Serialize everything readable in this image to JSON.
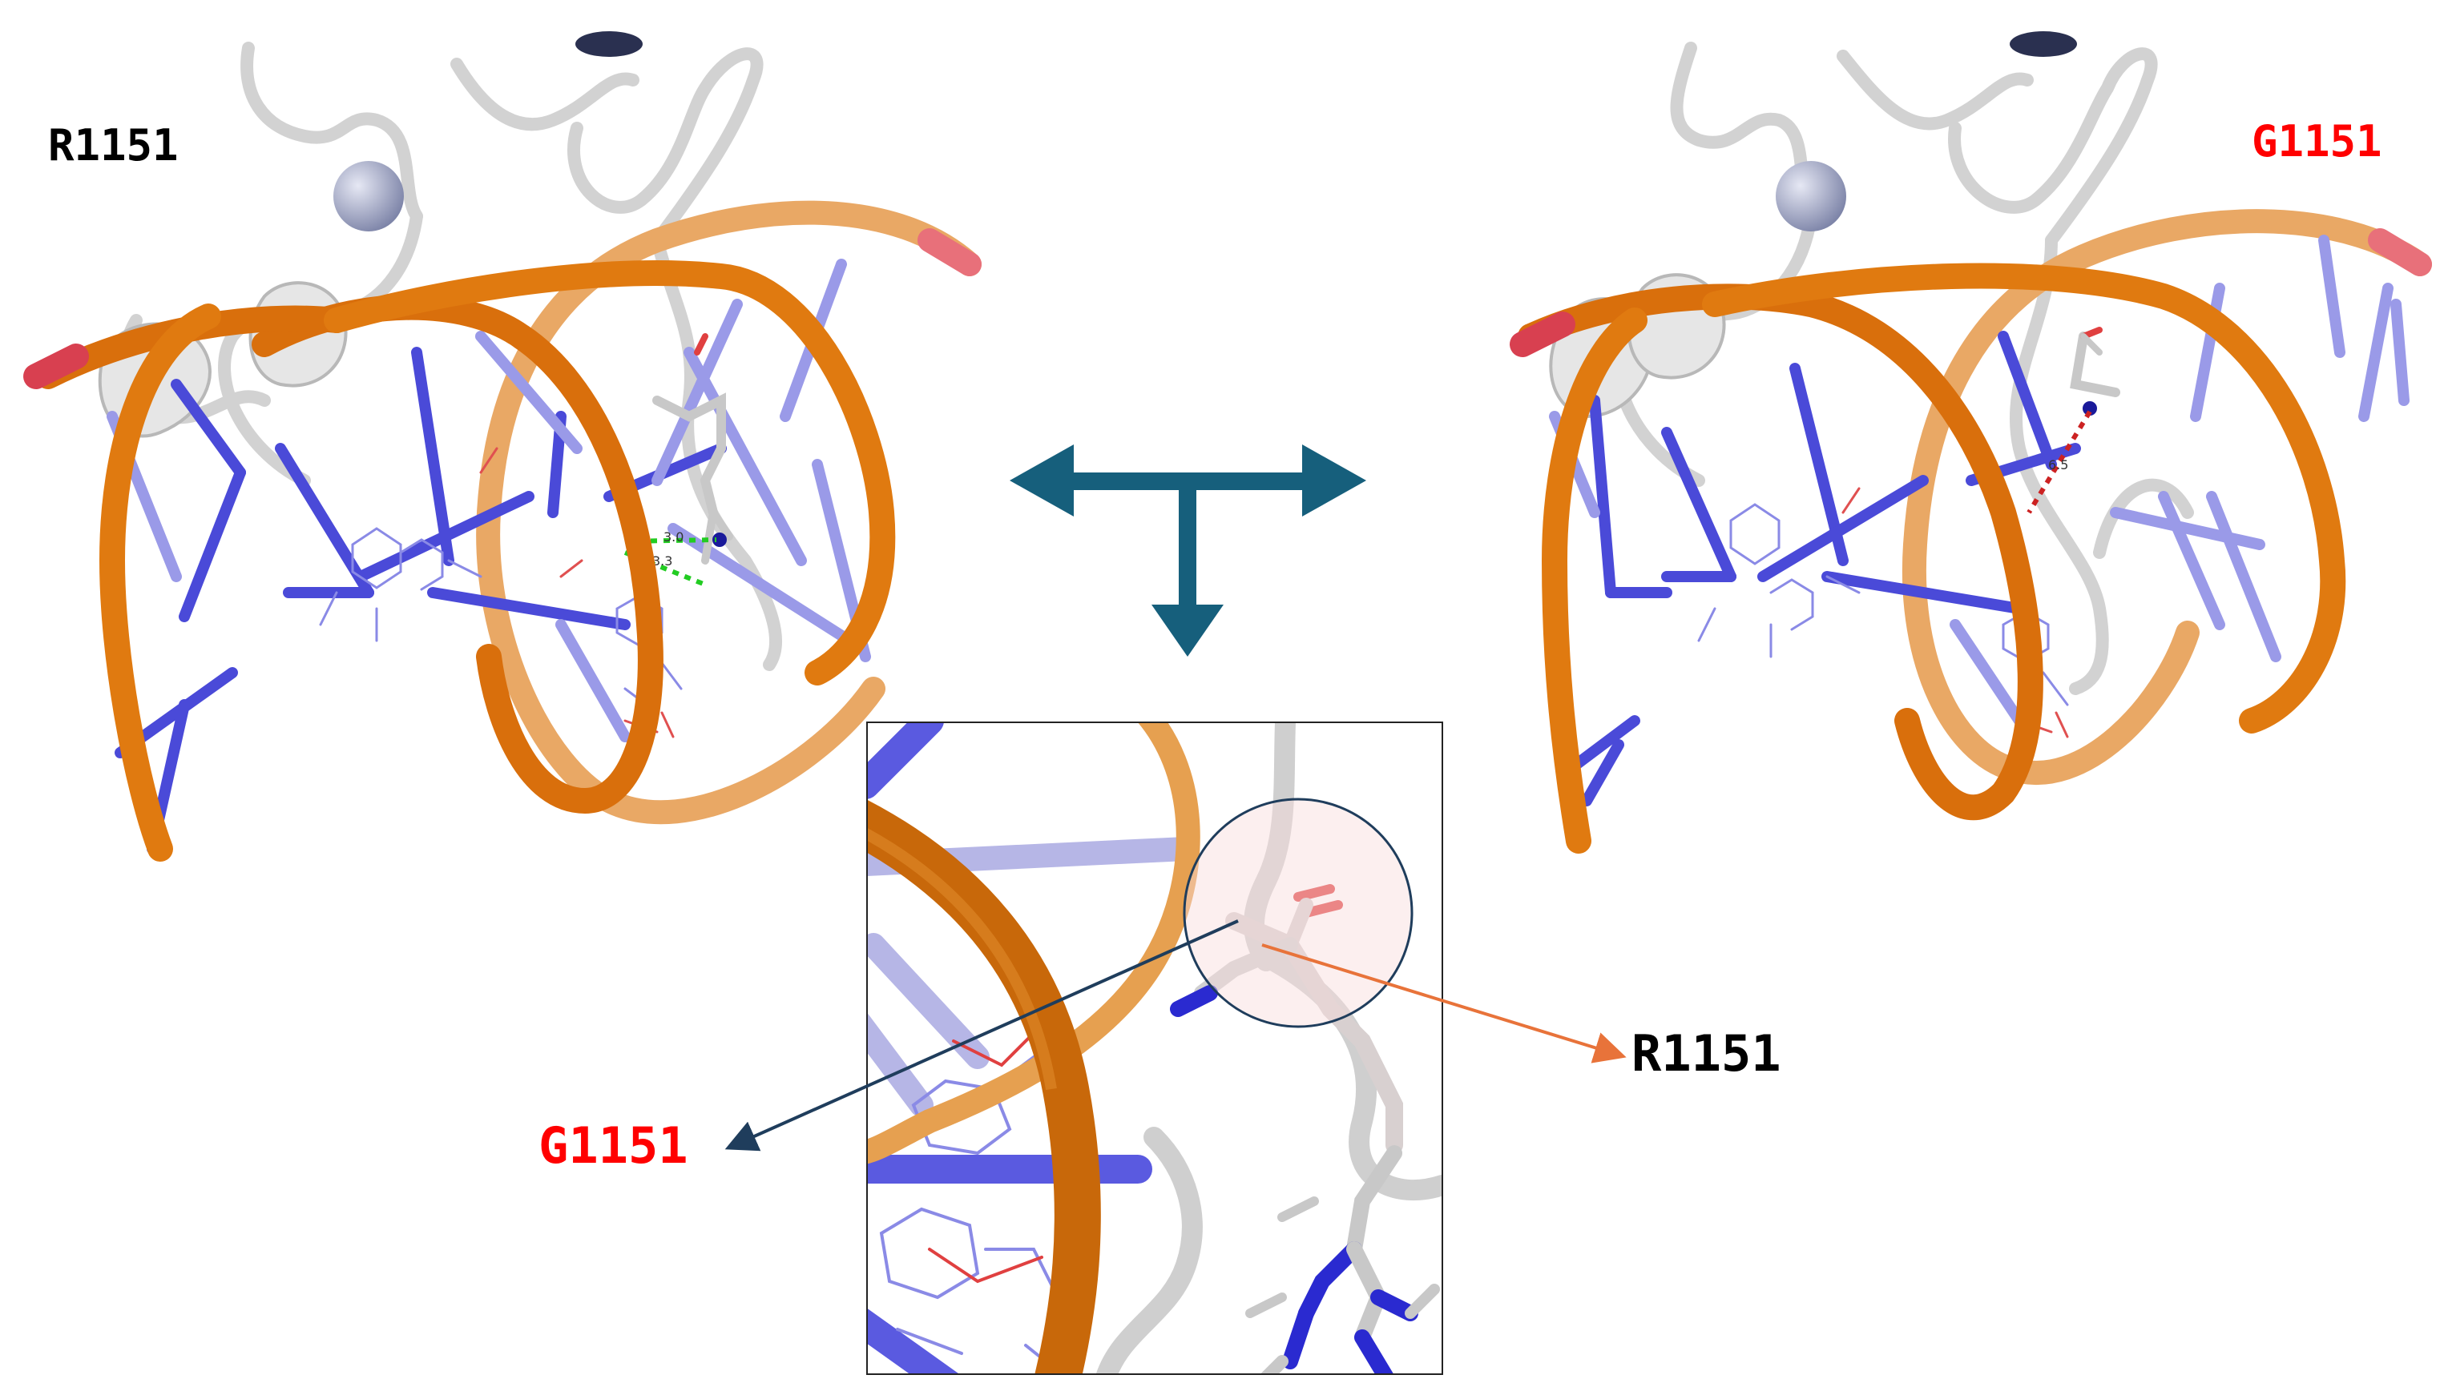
{
  "panels": {
    "left": {
      "label": "R1151",
      "label_color": "#000000",
      "distances": [
        "3.0",
        "3.3"
      ],
      "contact_color": "#22cc22"
    },
    "right": {
      "label": "G1151",
      "label_color": "#ff0000",
      "distances": [
        "6.5"
      ],
      "contact_color": "#cc2222"
    }
  },
  "inset": {
    "callout_wildtype": {
      "label": "R1151",
      "color": "#000000",
      "arrow_color": "#e8733a"
    },
    "callout_mutant": {
      "label": "G1151",
      "color": "#ff0000",
      "arrow_color": "#1f3d5c"
    }
  },
  "colors": {
    "dna_backbone": "#e07a10",
    "dna_backbone_dark": "#b85a05",
    "dna_backbone_far": "#e9a865",
    "strand_end": "#d84050",
    "bases": "#4a4ad8",
    "bases_light": "#9a9ae8",
    "protein": "#d6d6d6",
    "zinc": "#9ea4c4",
    "arrow": "#165f7c"
  }
}
